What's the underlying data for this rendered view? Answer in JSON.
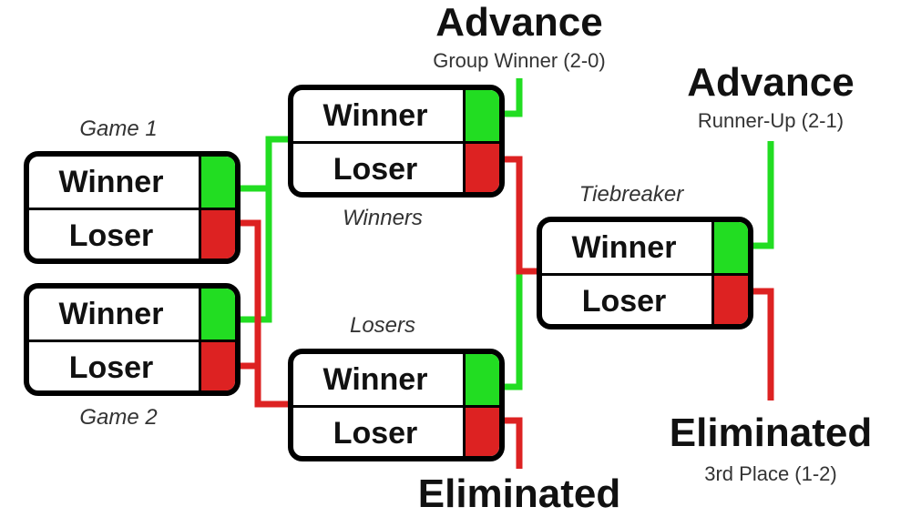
{
  "labels": {
    "winner": "Winner",
    "loser": "Loser"
  },
  "colors": {
    "win": "#22dd22",
    "lose": "#dd2222",
    "border": "#000000"
  },
  "matches": {
    "game1": {
      "caption": "Game 1"
    },
    "game2": {
      "caption": "Game 2"
    },
    "winners": {
      "caption": "Winners"
    },
    "losers": {
      "caption": "Losers"
    },
    "tiebreaker": {
      "caption": "Tiebreaker"
    }
  },
  "outcomes": {
    "advance_group_winner": {
      "title": "Advance",
      "subtitle": "Group Winner (2-0)"
    },
    "advance_runner_up": {
      "title": "Advance",
      "subtitle": "Runner-Up (2-1)"
    },
    "eliminated_bottom": {
      "title": "Eliminated"
    },
    "eliminated_third": {
      "title": "Eliminated",
      "subtitle": "3rd Place (1-2)"
    }
  }
}
